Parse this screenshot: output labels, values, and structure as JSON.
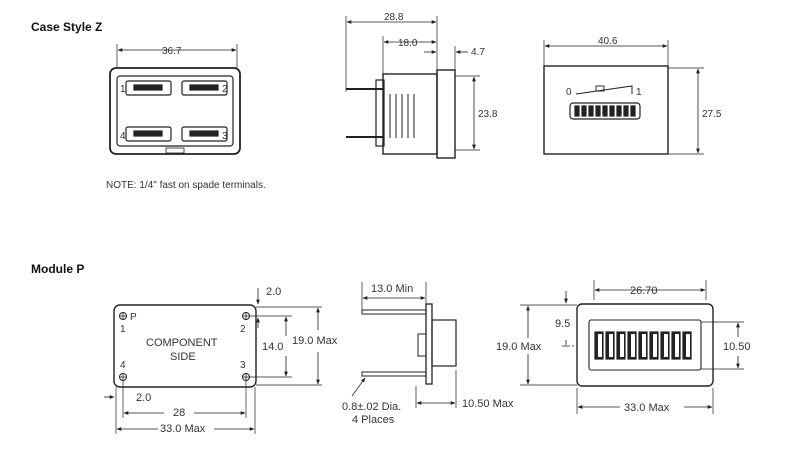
{
  "sections": {
    "case_style_z": {
      "title": "Case Style Z",
      "note": "NOTE: 1/4\" fast on spade terminals.",
      "front": {
        "width": "36.7",
        "terminals": [
          "1",
          "2",
          "4",
          "3"
        ]
      },
      "side": {
        "overall": "28.8",
        "body": "18.0",
        "bezel": "4.7",
        "height": "23.8"
      },
      "display": {
        "width": "40.6",
        "height": "27.5",
        "scale_low": "0",
        "scale_high": "1"
      }
    },
    "module_p": {
      "title": "Module P",
      "board": {
        "labels": [
          "COMPONENT",
          "SIDE"
        ],
        "pin_label": "P",
        "pins": [
          "1",
          "2",
          "4",
          "3"
        ],
        "top_offset": "2.0",
        "pin_spacing_v": "14.0",
        "height_max": "19.0 Max",
        "left_offset": "2.0",
        "pin_spacing_h": "28",
        "width_max": "33.0 Max"
      },
      "side": {
        "min": "13.0 Min",
        "hole": "0.8±.02 Dia.",
        "places": "4 Places",
        "depth": "10.50 Max"
      },
      "display": {
        "width": "26.70",
        "offset": "9.5",
        "height_max": "19.0 Max",
        "window_h": "10.50",
        "width_max": "33.0 Max"
      }
    }
  }
}
